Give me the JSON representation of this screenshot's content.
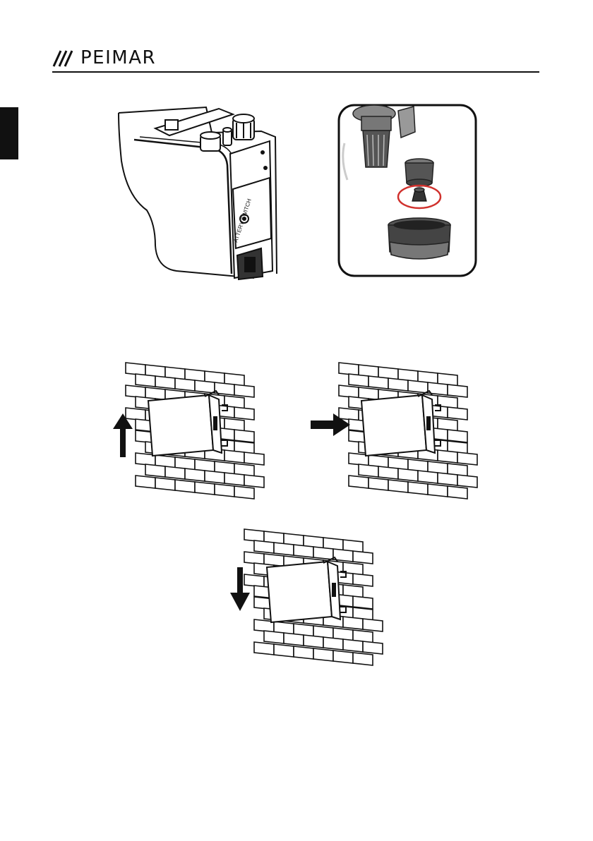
{
  "header": {
    "brand_name": "PEIMAR",
    "logo_icon": "triple-slash-logo"
  },
  "figures": {
    "inverter_panel_label": "ATTERY SWITCH",
    "wall_step_up_arrow": "arrow-up-icon",
    "wall_step_right_arrow": "arrow-right-icon",
    "wall_step_down_arrow": "arrow-down-icon"
  },
  "colors": {
    "ink": "#111111",
    "highlight_ring": "#d0312d",
    "photo_frame": "#111111"
  }
}
